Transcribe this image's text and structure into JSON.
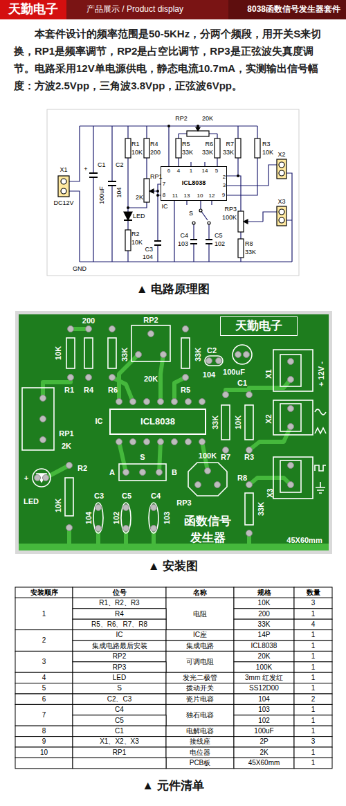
{
  "diagram": {
    "title": "8038函数信号发生器套件",
    "nodes": [
      {
        "text": [
          "天勤电子"
        ]
      },
      {
        "text": [
          "ICL8038"
        ]
      },
      {
        "text": [
          "天勤电子"
        ]
      },
      {
        "text": [
          "ICL8038"
        ]
      }
    ],
    "labels": [
      "产品展示 / Product display",
      "本套件设计的频率范围是50-5KHz，分两个频段，用开关S来切换，RP1是频率调节，RP2是占空比调节，RP3是正弦波失真度调节。电路采用12V单电源供电，静态电流10.7mA，实测输出信号幅度：方波2.5Vpp，三角波3.8Vpp，正弦波6Vpp。",
      "▲ 电路原理图",
      "▲ 安装图",
      "▲ 元件清单",
      "X1",
      "DC12V",
      "C1",
      "+",
      "100uF",
      "C2",
      "104",
      "R1",
      "10K",
      "R4",
      "200",
      "RP1",
      "2K",
      "LED",
      "R2",
      "10K",
      "C3",
      "104",
      "RP2",
      "20K",
      "R5",
      "33K",
      "R6",
      "33K",
      "R7",
      "33K",
      "R3",
      "10K",
      "6",
      "4",
      "1",
      "14",
      "5",
      "2",
      "7",
      "3",
      "8",
      "11",
      "13",
      "10",
      "12",
      "9",
      "IC",
      "X2",
      "X3",
      "S",
      "C4",
      "103",
      "C5",
      "102",
      "RP3",
      "100K",
      "R8",
      "33K",
      "GND",
      "200",
      "RP2",
      "10K",
      "33K",
      "33K",
      "C2",
      "100uF",
      "104",
      "C1",
      "X1",
      "+ 12V -",
      "R1",
      "R4",
      "R6",
      "20K",
      "R5",
      "IC",
      "RP1",
      "2K",
      "33K",
      "10K",
      "R7",
      "R3",
      "X2",
      "LED",
      "+",
      "R2",
      "10K",
      "A",
      "S",
      "B",
      "100K",
      "RP3",
      "R8",
      "33K",
      "X3",
      "C3",
      "104",
      "C5",
      "102",
      "C4",
      "103",
      "函数信号 发生器",
      "45X60mm",
      "安装顺序",
      "位号",
      "名称",
      "规格",
      "数量",
      "1",
      "R1、R2、R3",
      "电阻",
      "10K",
      "3",
      "R4",
      "200",
      "1",
      "R5、R6、R7、R8",
      "33K",
      "4",
      "2",
      "IC",
      "IC座",
      "14P",
      "1",
      "集成电路最后安装",
      "集成电路",
      "ICL8038",
      "1",
      "3",
      "RP2",
      "可调电阻",
      "20K",
      "1",
      "RP3",
      "100K",
      "1",
      "4",
      "LED",
      "发光二极管",
      "3mm 红发红",
      "1",
      "5",
      "S",
      "拨动开关",
      "SS12D00",
      "1",
      "6",
      "C2、C3",
      "瓷片电容",
      "104",
      "2",
      "7",
      "C4",
      "独石电容",
      "103",
      "1",
      "C5",
      "102",
      "1",
      "8",
      "C1",
      "电解电容",
      "100uF",
      "1",
      "9",
      "X1、X2、X3",
      "接线座",
      "2P",
      "3",
      "10",
      "RP1",
      "电位器",
      "2K",
      "1",
      "PCB板",
      "45X60mm",
      "1"
    ]
  }
}
